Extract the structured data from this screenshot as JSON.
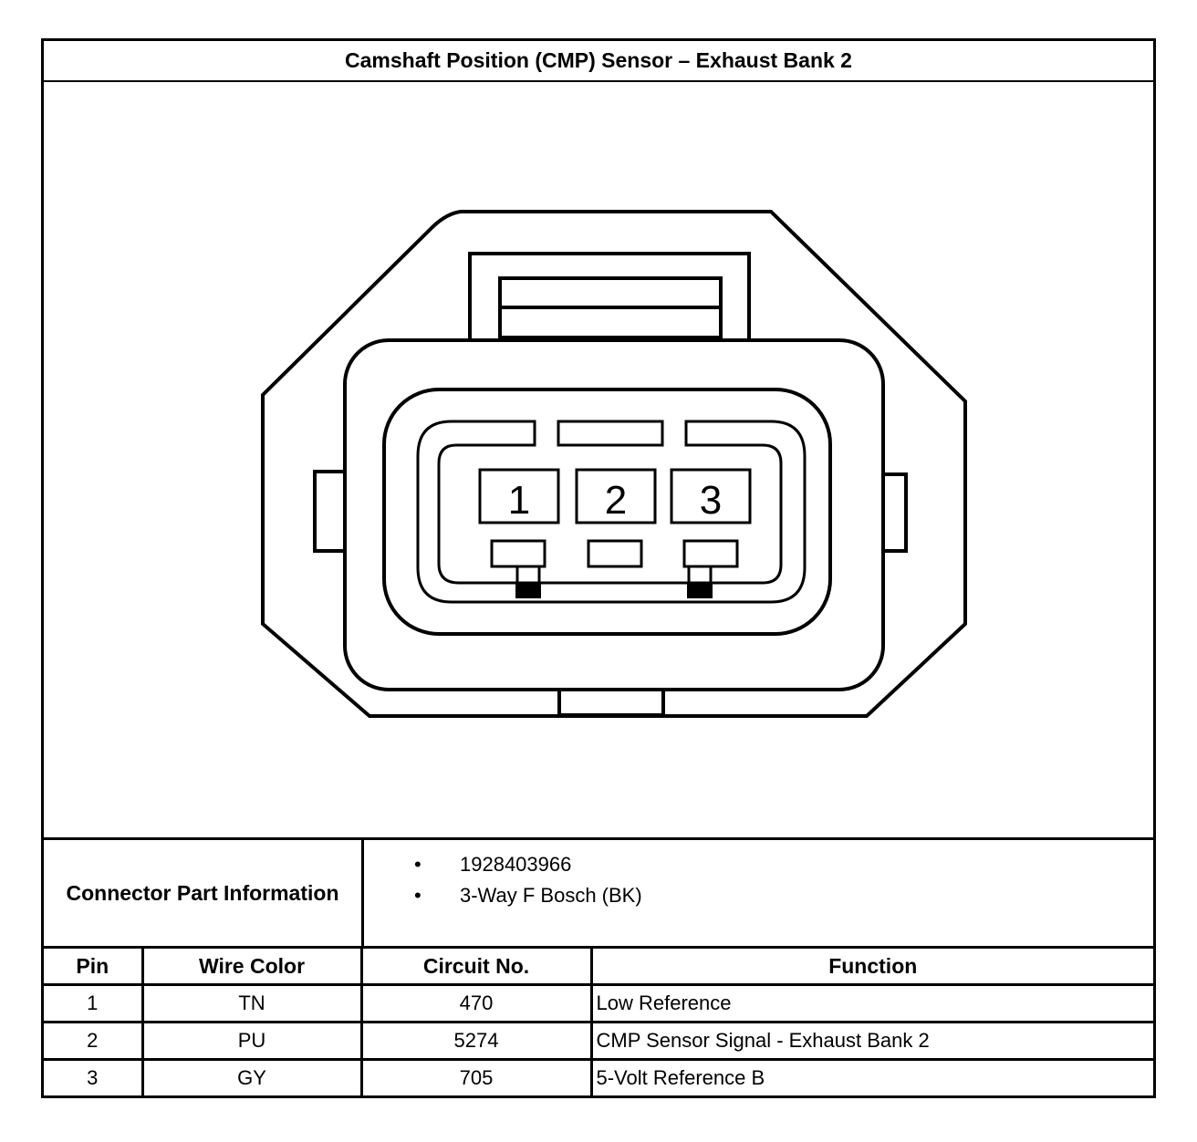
{
  "title": "Camshaft Position (CMP) Sensor – Exhaust Bank 2",
  "connector": {
    "pin_labels": [
      "1",
      "2",
      "3"
    ]
  },
  "part_info": {
    "label": "Connector Part Information",
    "items": [
      "1928403966",
      "3-Way F Bosch (BK)"
    ],
    "bullet": "•"
  },
  "table": {
    "headers": [
      "Pin",
      "Wire Color",
      "Circuit No.",
      "Function"
    ],
    "rows": [
      [
        "1",
        "TN",
        "470",
        "Low Reference"
      ],
      [
        "2",
        "PU",
        "5274",
        "CMP Sensor Signal - Exhaust Bank 2"
      ],
      [
        "3",
        "GY",
        "705",
        "5-Volt Reference B"
      ]
    ]
  }
}
